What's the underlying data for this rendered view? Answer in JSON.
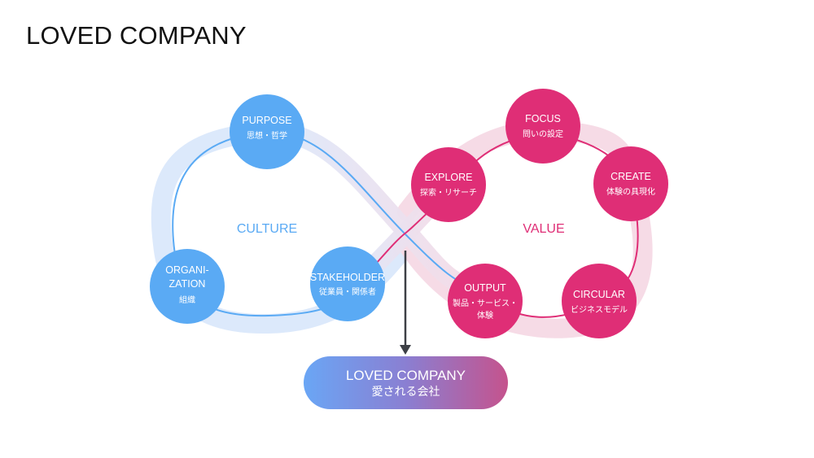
{
  "title": "LOVED COMPANY",
  "culture": {
    "label": "CULTURE",
    "color": "#5aaaf4",
    "band_color": "#dce9fb",
    "nodes": [
      {
        "id": "purpose",
        "title": "PURPOSE",
        "subtitle": "思想・哲学"
      },
      {
        "id": "organization",
        "title_lines": [
          "ORGANI-",
          "ZATION"
        ],
        "subtitle": "組織"
      },
      {
        "id": "stakeholder",
        "title": "STAKEHOLDER",
        "subtitle": "従業員・関係者"
      }
    ]
  },
  "value": {
    "label": "VALUE",
    "color": "#df2e76",
    "band_color": "#f6dbe6",
    "nodes": [
      {
        "id": "focus",
        "title": "FOCUS",
        "subtitle": "問いの設定"
      },
      {
        "id": "explore",
        "title": "EXPLORE",
        "subtitle": "探索・リサーチ"
      },
      {
        "id": "create",
        "title": "CREATE",
        "subtitle": "体験の具現化"
      },
      {
        "id": "output",
        "title": "OUTPUT",
        "subtitle_lines": [
          "製品・サービス・",
          "体験"
        ]
      },
      {
        "id": "circular",
        "title": "CIRCULAR",
        "subtitle": "ビジネスモデル"
      }
    ]
  },
  "result": {
    "title": "LOVED COMPANY",
    "subtitle": "愛される会社"
  }
}
